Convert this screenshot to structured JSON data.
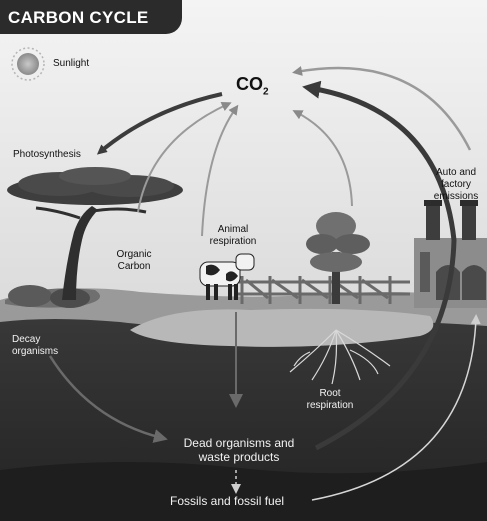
{
  "title": "CARBON CYCLE",
  "labels": {
    "sunlight": "Sunlight",
    "co2_main": "CO",
    "co2_sub": "2",
    "photosynthesis": "Photosynthesis",
    "auto_emissions_1": "Auto and",
    "auto_emissions_2": "factory",
    "auto_emissions_3": "emissions",
    "organic_carbon_1": "Organic",
    "organic_carbon_2": "Carbon",
    "animal_respiration_1": "Animal",
    "animal_respiration_2": "respiration",
    "decay_1": "Decay",
    "decay_2": "organisms",
    "root_respiration_1": "Root",
    "root_respiration_2": "respiration",
    "dead_organisms_1": "Dead organisms and",
    "dead_organisms_2": "waste products",
    "fossils": "Fossils and fossil fuel"
  }
}
